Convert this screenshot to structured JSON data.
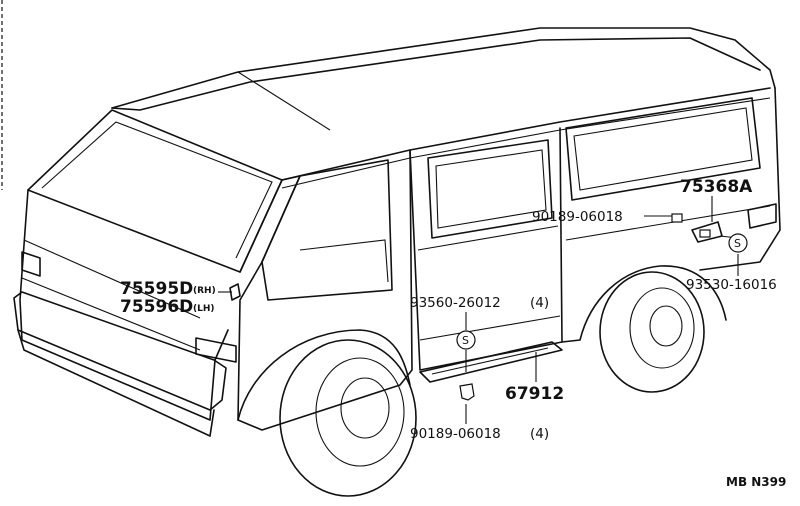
{
  "parts": {
    "p75368A": "75368A",
    "p90189_top": "90189-06018",
    "p93530": "93530-16016",
    "p75595D": "75595D",
    "p75595D_side": "(RH)",
    "p75596D": "75596D",
    "p75596D_side": "(LH)",
    "p93560": "93560-26012",
    "p93560_qty": "(4)",
    "p67912": "67912",
    "p90189_bottom": "90189-06018",
    "p90189_bottom_qty": "(4)"
  },
  "symbol_letter": "S",
  "diagram_code": "MB N399"
}
